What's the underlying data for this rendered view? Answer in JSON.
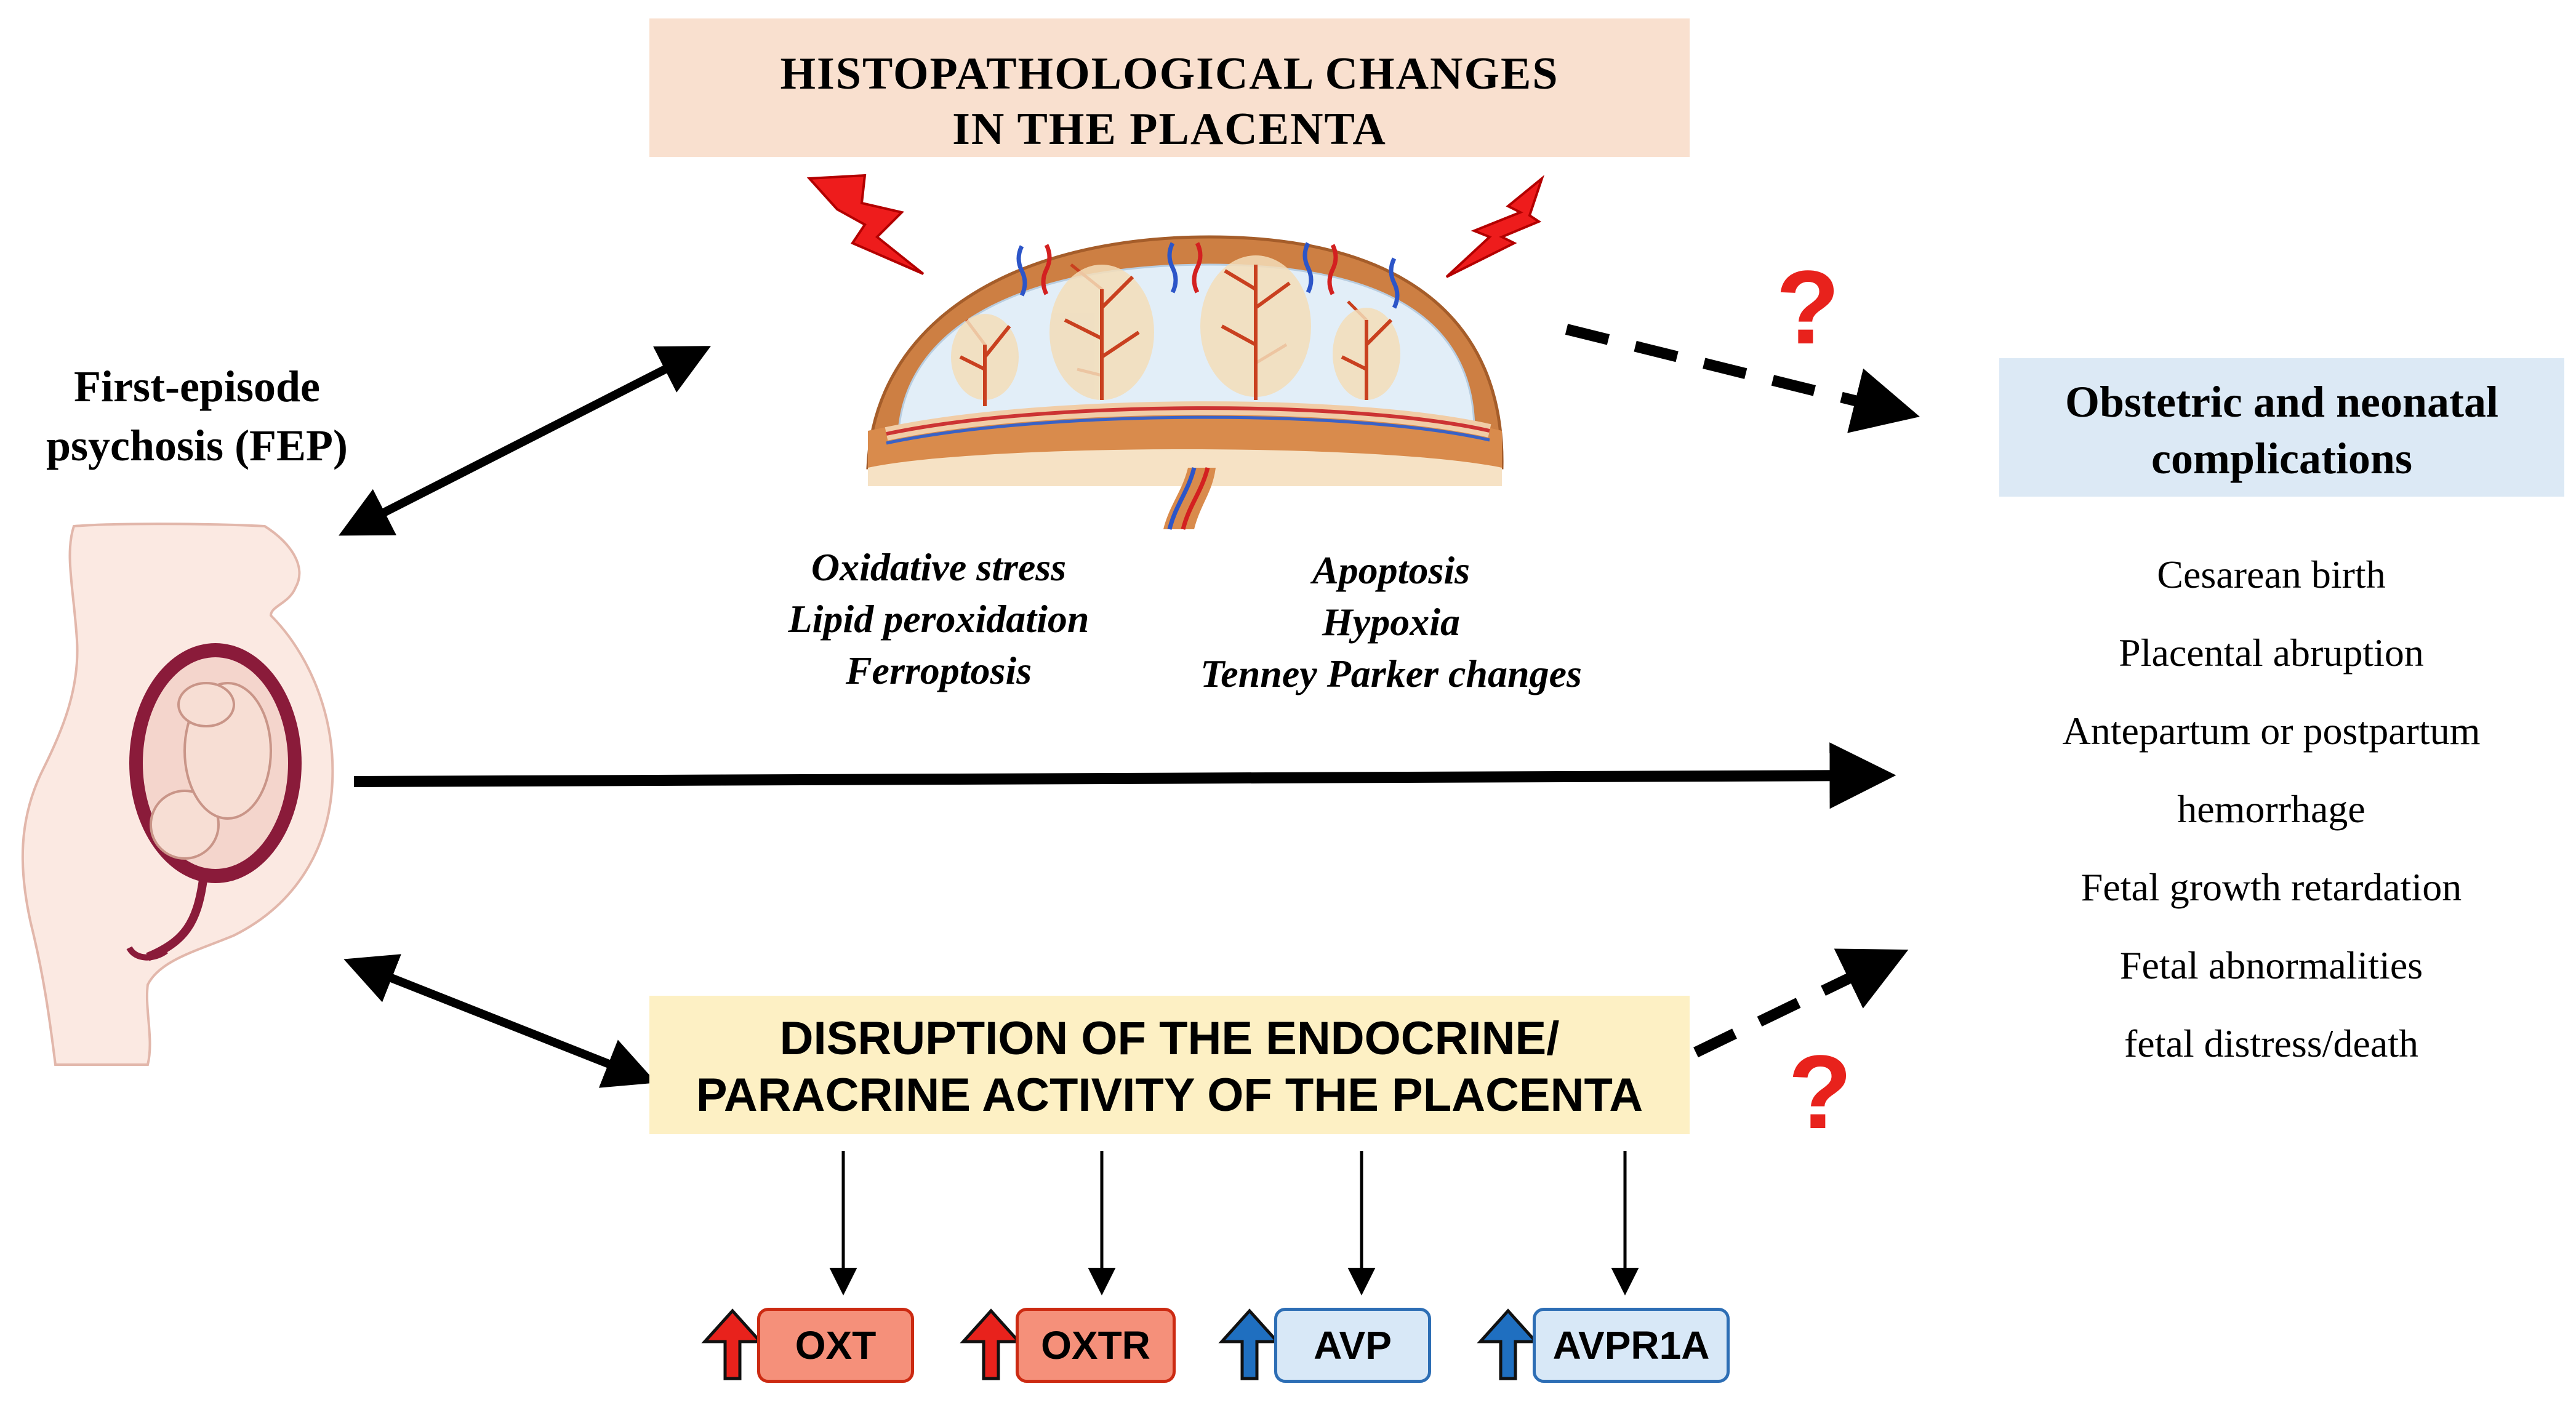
{
  "histo_box": {
    "line1": "HISTOPATHOLOGICAL CHANGES",
    "line2": "IN THE PLACENTA"
  },
  "fep": {
    "line1": "First-episode",
    "line2": "psychosis (FEP)"
  },
  "placental_changes_left": [
    "Oxidative stress",
    "Lipid peroxidation",
    "Ferroptosis"
  ],
  "placental_changes_right": [
    "Apoptosis",
    "Hypoxia",
    "Tenney Parker changes"
  ],
  "complications_box": {
    "line1": "Obstetric and neonatal",
    "line2": "complications"
  },
  "complications": [
    "Cesarean birth",
    "Placental abruption",
    "Antepartum or postpartum",
    "hemorrhage",
    "Fetal growth retardation",
    "Fetal abnormalities",
    "fetal distress/death"
  ],
  "endocrine_box": {
    "line1": "DISRUPTION OF THE ENDOCRINE/",
    "line2": "PARACRINE ACTIVITY OF THE PLACENTA"
  },
  "markers": [
    {
      "label": "OXT",
      "direction": "up",
      "color": "red"
    },
    {
      "label": "OXTR",
      "direction": "up",
      "color": "red"
    },
    {
      "label": "AVP",
      "direction": "up",
      "color": "blue"
    },
    {
      "label": "AVPR1A",
      "direction": "up",
      "color": "blue"
    }
  ],
  "uncertain_mark": "?",
  "colors": {
    "histo_box": "#f9e0cf",
    "complications_box": "#dce9f5",
    "endocrine_box": "#fdf0c4",
    "red_marker": "#f5907a",
    "blue_marker": "#d8e8f7",
    "red_arrow": "#e8221c",
    "blue_arrow": "#1f6fc0",
    "question_mark": "#e8221c"
  },
  "icons": [
    "pregnant-woman-illustration",
    "placenta-illustration",
    "lightning-bolt-icon",
    "up-arrow-icon"
  ]
}
